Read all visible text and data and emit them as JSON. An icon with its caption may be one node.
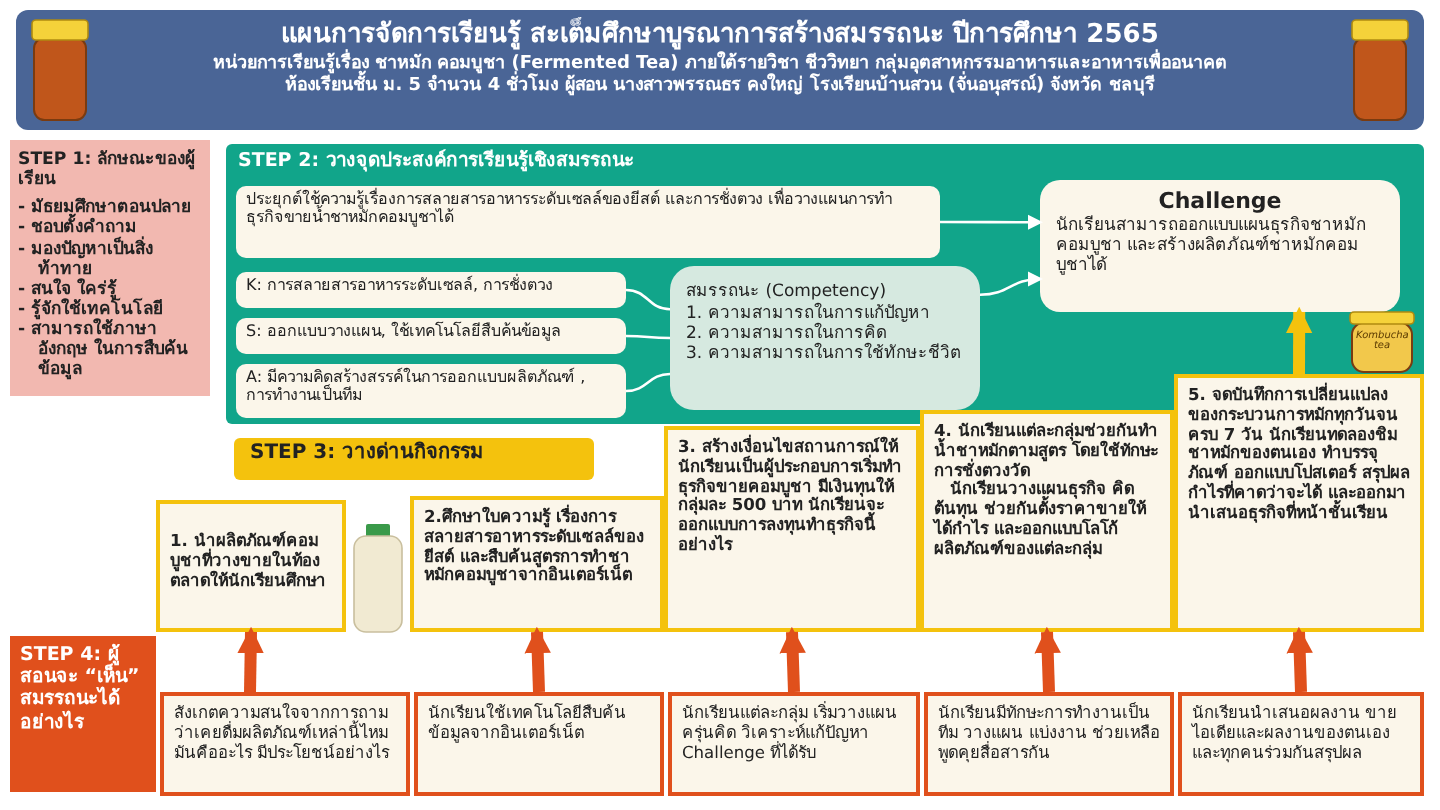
{
  "diagram": {
    "nodes": [
      {
        "text": [
          "แผนการจัดการเรียนรู้ สะเต็มศึกษาบูรณาการสร้างสมรรถนะ ปีการศึกษา 2565",
          "หน่วยการเรียนรู้เรื่อง ชาหมัก คอมบูชา (Fermented Tea) ภายใต้รายวิชา ชีววิทยา กลุ่มอุตสาหกรรมอาหารและอาหารเพื่ออนาคต",
          "ห้องเรียนชั้น ม. 5 จำนวน 4 ชั่วโมง ผู้สอน นางสาวพรรณธร คงใหญ่ โรงเรียนบ้านสวน (จั่นอนุสรณ์) จังหวัด ชลบุรี"
        ]
      },
      {
        "text": [
          "STEP 1: ลักษณะของผู้เรียน",
          "- มัธยมศึกษาตอนปลาย",
          "- ชอบตั้งคำถาม",
          "- มองปัญหาเป็นสิ่งท้าทาย",
          "- สนใจ ใคร่รู้",
          "- รู้จักใช้เทคโนโลยี",
          "- สามารถใช้ภาษาอังกฤษ ในการสืบค้นข้อมูล"
        ]
      },
      {
        "text": [
          "STEP 2: วางจุดประสงค์การเรียนรู้เชิงสมรรถนะ"
        ]
      },
      {
        "text": [
          "ประยุกต์ใช้ความรู้เรื่องการสลายสารอาหารระดับเซลล์ของยีสต์ และการชั่งตวง เพื่อวางแผนการทำธุรกิจขายน้ำชาหมักคอมบูชาได้"
        ],
        "in": 2
      },
      {
        "text": [
          "K: การสลายสารอาหารระดับเซลล์, การชั่งตวง"
        ],
        "in": 2
      },
      {
        "text": [
          "S: ออกแบบวางแผน, ใช้เทคโนโลยีสืบค้นข้อมูล"
        ],
        "in": 2
      },
      {
        "text": [
          "A: มีความคิดสร้างสรรค์ในการออกแบบผลิตภัณฑ์ , การทำงานเป็นทีม"
        ],
        "in": 2
      },
      {
        "text": [
          "สมรรถนะ (Competency)",
          "1. ความสามารถในการแก้ปัญหา",
          "2. ความสามารถในการคิด",
          "3. ความสามารถในการใช้ทักษะชีวิต"
        ],
        "in": 2
      },
      {
        "text": [
          "Challenge",
          "นักเรียนสามารถออกแบบแผนธุรกิจชาหมักคอมบูชา และสร้างผลิตภัณฑ์ชาหมักคอมบูชาได้"
        ],
        "in": 2
      },
      {
        "text": [
          "STEP 3: วางด่านกิจกรรม"
        ]
      },
      {
        "text": [
          "1. นำผลิตภัณฑ์คอมบูชาที่วางขายในท้องตลาดให้นักเรียนศึกษา"
        ]
      },
      {
        "text": [
          "2.ศึกษาใบความรู้ เรื่องการสลายสารอาหารระดับเซลล์ของยีสต์ และสืบค้นสูตรการทำชาหมักคอมบูชาจากอินเตอร์เน็ต"
        ]
      },
      {
        "text": [
          "3. สร้างเงื่อนไขสถานการณ์ให้นักเรียนเป็นผู้ประกอบการเริ่มทำธุรกิจขายคอมบูชา มีเงินทุนให้กลุ่มละ 500 บาท นักเรียนจะออกแบบการลงทุนทำธุรกิจนี้อย่างไร"
        ]
      },
      {
        "text": [
          "4. นักเรียนแต่ละกลุ่มช่วยกันทำน้ำชาหมักตามสูตร โดยใช้ทักษะการชั่งตวงวัด",
          "นักเรียนวางแผนธุรกิจ คิดต้นทุน ช่วยกันตั้งราคาขายให้ได้กำไร และออกแบบโลโก้ผลิตภัณฑ์ของแต่ละกลุ่ม"
        ]
      },
      {
        "text": [
          "5. จดบันทึกการเปลี่ยนแปลงของกระบวนการหมักทุกวันจนครบ 7 วัน นักเรียนทดลองชิมชาหมักของตนเอง ทำบรรจุภัณฑ์ ออกแบบโปสเตอร์ สรุปผลกำไรที่คาดว่าจะได้ และออกมานำเสนอธุรกิจที่หน้าชั้นเรียน"
        ]
      },
      {
        "text": [
          "STEP 4: ผู้สอนจะ “เห็น” สมรรถนะได้อย่างไร"
        ]
      },
      {
        "text": [
          "สังเกตความสนใจจากการถามว่าเคยดื่มผลิตภัณฑ์เหล่านี้ไหม มันคืออะไร มีประโยชน์อย่างไร"
        ]
      },
      {
        "text": [
          "นักเรียนใช้เทคโนโลยีสืบค้นข้อมูลจากอินเตอร์เน็ต"
        ]
      },
      {
        "text": [
          "นักเรียนแต่ละกลุ่ม เริ่มวางแผนครุ่นคิด วิเคราะห์แก้ปัญหา Challenge ที่ได้รับ"
        ]
      },
      {
        "text": [
          "นักเรียนมีทักษะการทำงานเป็นทีม วางแผน แบ่งงาน ช่วยเหลือ พูดคุยสื่อสารกัน"
        ]
      },
      {
        "text": [
          "นักเรียนนำเสนอผลงาน ขายไอเดียและผลงานของตนเองและทุกคนร่วมกันสรุปผล"
        ]
      }
    ],
    "edges": [
      {
        "from": 4,
        "to": 7,
        "arrow": "none",
        "color": "#ffffff"
      },
      {
        "from": 5,
        "to": 7,
        "arrow": "none",
        "color": "#ffffff"
      },
      {
        "from": 6,
        "to": 7,
        "arrow": "none",
        "color": "#ffffff"
      },
      {
        "from": 3,
        "to": 8,
        "arrow": "to",
        "color": "#ffffff"
      },
      {
        "from": 7,
        "to": 8,
        "arrow": "to",
        "color": "#ffffff"
      },
      {
        "from": 14,
        "to": 8,
        "arrow": "to",
        "color": "#f4c20d"
      },
      {
        "from": 16,
        "to": 10,
        "arrow": "to",
        "color": "#e0501c"
      },
      {
        "from": 17,
        "to": 11,
        "arrow": "to",
        "color": "#e0501c"
      },
      {
        "from": 18,
        "to": 12,
        "arrow": "to",
        "color": "#e0501c"
      },
      {
        "from": 19,
        "to": 13,
        "arrow": "to",
        "color": "#e0501c"
      },
      {
        "from": 20,
        "to": 14,
        "arrow": "to",
        "color": "#e0501c"
      }
    ],
    "labels": [
      "Kombucha tea"
    ]
  }
}
